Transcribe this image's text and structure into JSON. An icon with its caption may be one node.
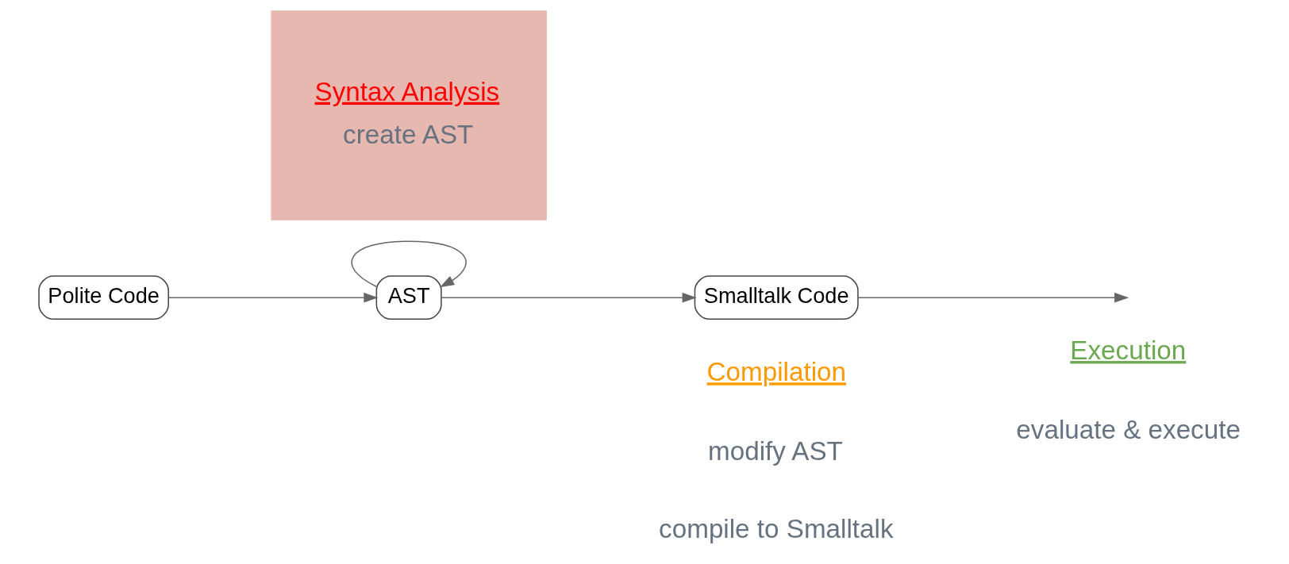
{
  "diagram": {
    "nodes": [
      {
        "text": [
          "Polite Code"
        ]
      },
      {
        "text": [
          "AST"
        ]
      },
      {
        "text": [
          "Smalltalk Code"
        ]
      },
      {
        "text": [
          "Syntax Analysis",
          "create AST"
        ]
      }
    ],
    "edges": [
      {
        "from": 0,
        "to": 1,
        "arrow": "to"
      },
      {
        "from": 1,
        "to": 1,
        "arrow": "to"
      },
      {
        "from": 1,
        "to": 2,
        "arrow": "to"
      },
      {
        "from": 2,
        "to": null,
        "arrow": "to"
      }
    ],
    "labels": [
      "Compilation",
      "Execution",
      "modify AST",
      "compile to Smalltalk",
      "evaluate & execute"
    ]
  }
}
